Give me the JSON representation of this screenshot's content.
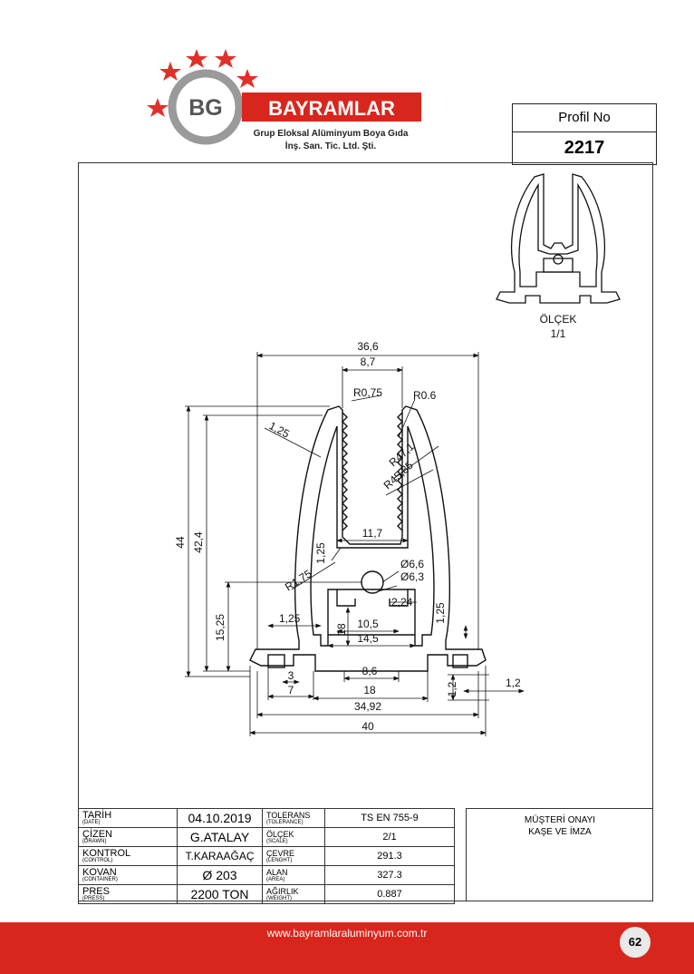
{
  "brand": {
    "initials": "BG",
    "name": "BAYRAMLAR",
    "tagline1": "Grup Eloksal Alüminyum Boya Gıda",
    "tagline2": "İnş. San. Tic. Ltd. Şti."
  },
  "profile": {
    "label": "Profil No",
    "number": "2217"
  },
  "scale_note": {
    "label": "ÖLÇEK",
    "value": "1/1"
  },
  "dimensions": {
    "d_36_6": "36,6",
    "d_8_7": "8,7",
    "r_0_75": "R0,75",
    "r_0_6": "R0.6",
    "d_1_25_a": "1,25",
    "r_47_1": "R47,1",
    "r_45_85": "R45,85",
    "d_44": "44",
    "d_42_4": "42,4",
    "d_11_7": "11,7",
    "d_1_25_b": "1,25",
    "r_1_75": "R1,75",
    "phi_6_6": "Ø6,6",
    "phi_6_3": "Ø6,3",
    "d_2_24": "2,24",
    "d_15_25": "15,25",
    "d_1_25_c": "1,25",
    "d_1_25_d": "1,25",
    "d_18_v": "18",
    "d_10_5": "10,5",
    "d_14_5": "14,5",
    "d_3": "3",
    "d_8_6": "8,6",
    "d_7": "7",
    "d_18_h": "18",
    "d_34_92": "34,92",
    "d_40": "40",
    "d_1_2_v": "1,2",
    "d_1_2_h": "1,2"
  },
  "title_block": {
    "rows": [
      {
        "key": "TARİH",
        "sub": "(DATE)",
        "value": "04.10.2019",
        "key2": "TOLERANS",
        "sub2": "(TOLERANCE)",
        "value2": "TS EN 755-9"
      },
      {
        "key": "ÇİZEN",
        "sub": "(DRAWN)",
        "value": "G.ATALAY",
        "key2": "ÖLÇEK",
        "sub2": "(SCALE)",
        "value2": "2/1"
      },
      {
        "key": "KONTROL",
        "sub": "(CONTROL)",
        "value": "T.KARAAĞAÇ",
        "key2": "ÇEVRE",
        "sub2": "(LENGHT)",
        "value2": "291.3"
      },
      {
        "key": "KOVAN",
        "sub": "(CONTAINER)",
        "value": "Ø 203",
        "key2": "ALAN",
        "sub2": "(AREA)",
        "value2": "327.3"
      },
      {
        "key": "PRES",
        "sub": "(PRESS)",
        "value": "2200  TON",
        "key2": "AĞIRLIK",
        "sub2": "(WEIGHT)",
        "value2": "0.887"
      }
    ],
    "approval_line1": "MÜŞTERİ ONAYI",
    "approval_line2": "KAŞE VE İMZA"
  },
  "footer": {
    "url": "www.bayramlaraluminyum.com.tr",
    "page": "62"
  },
  "colors": {
    "brand_red": "#d9261c",
    "logo_gray": "#9a9a9a",
    "star_red": "#e0302a"
  }
}
